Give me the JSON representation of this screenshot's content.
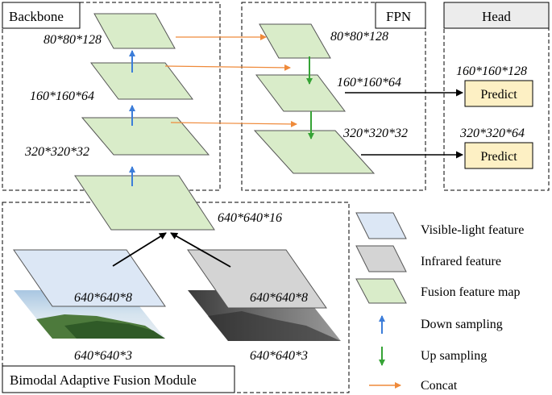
{
  "panels": {
    "backbone": "Backbone",
    "fpn": "FPN",
    "head": "Head",
    "fusion_module": "Bimodal Adaptive Fusion Module"
  },
  "backbone_labels": {
    "l1": "80*80*128",
    "l2": "160*160*64",
    "l3": "320*320*32",
    "l4": "640*640*16"
  },
  "fpn_labels": {
    "l1": "80*80*128",
    "l2": "160*160*64",
    "l3": "320*320*32"
  },
  "head": {
    "top_size": "160*160*128",
    "bottom_size": "320*320*64",
    "predict_label": "Predict"
  },
  "inputs": {
    "visible_feature_size": "640*640*8",
    "infrared_feature_size": "640*640*8",
    "visible_image_size": "640*640*3",
    "infrared_image_size": "640*640*3"
  },
  "legend": {
    "visible": "Visible-light  feature",
    "infrared": "Infrared feature",
    "fusion": "Fusion feature map",
    "down": "Down sampling",
    "up": "Up sampling",
    "concat": "Concat"
  },
  "colors": {
    "fusion_fill": "#d9ecc9",
    "visible_fill": "#dce7f5",
    "infrared_fill": "#d4d4d4",
    "predict_fill": "#fdf0c4",
    "down_arrow": "#3c7dd9",
    "up_arrow": "#36a336",
    "concat_arrow": "#ef8a3a"
  }
}
